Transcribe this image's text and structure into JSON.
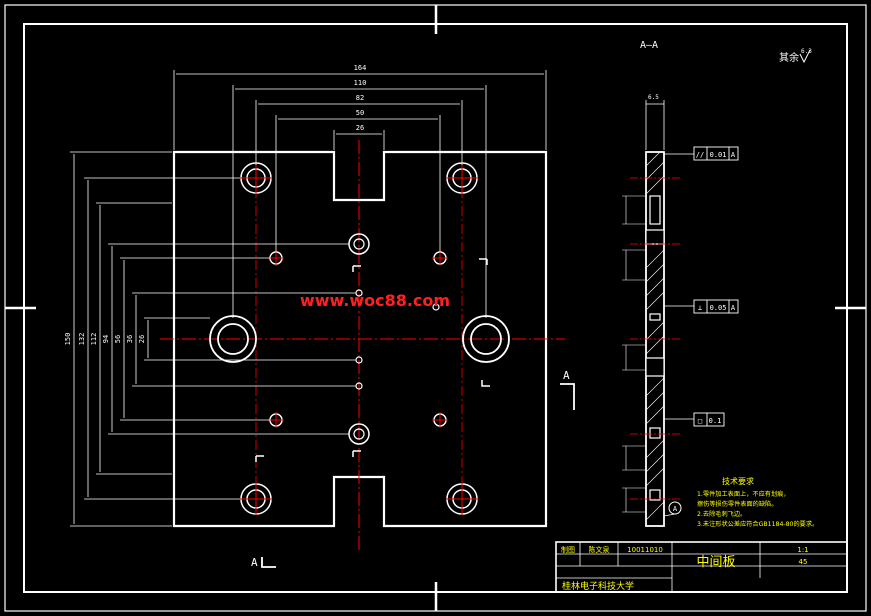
{
  "watermark": "www.woc88.com",
  "section_label": "A—A",
  "roughness_note": "其余",
  "roughness_value": "6.3",
  "view_markers": {
    "a_bottom": "A",
    "a_right": "A",
    "a_top_right": "A",
    "a_circle": "A"
  },
  "dimensions": {
    "horizontal": [
      "164",
      "110",
      "82",
      "50",
      "26"
    ],
    "vertical": [
      "150",
      "132",
      "112",
      "94",
      "56",
      "36",
      "26"
    ],
    "section_top": "6.5"
  },
  "tolerance_frames": [
    {
      "symbol": "//",
      "value": "0.01",
      "datum": "A"
    },
    {
      "symbol": "⊥",
      "value": "0.05",
      "datum": "A"
    },
    {
      "symbol": "□",
      "value": "0.1",
      "datum": ""
    }
  ],
  "tech_requirements": {
    "title": "技术要求",
    "items": [
      "1.零件加工表面上，不应有划痕，",
      "  擦伤等损伤零件表面的缺陷。",
      "2.去除毛刺飞边。",
      "3.未注形状公差应符合GB1184-80的要求。"
    ]
  },
  "title_block": {
    "drawing_title": "中间板",
    "designer_label": "制图",
    "designer_name": "陈文泉",
    "drawing_number": "10011010",
    "scale": "1:1",
    "material": "45",
    "school": "桂林电子科技大学"
  },
  "colors": {
    "outline": "#ffffff",
    "center": "#ff0000",
    "text": "#ffff00",
    "dim": "#ffffff"
  }
}
